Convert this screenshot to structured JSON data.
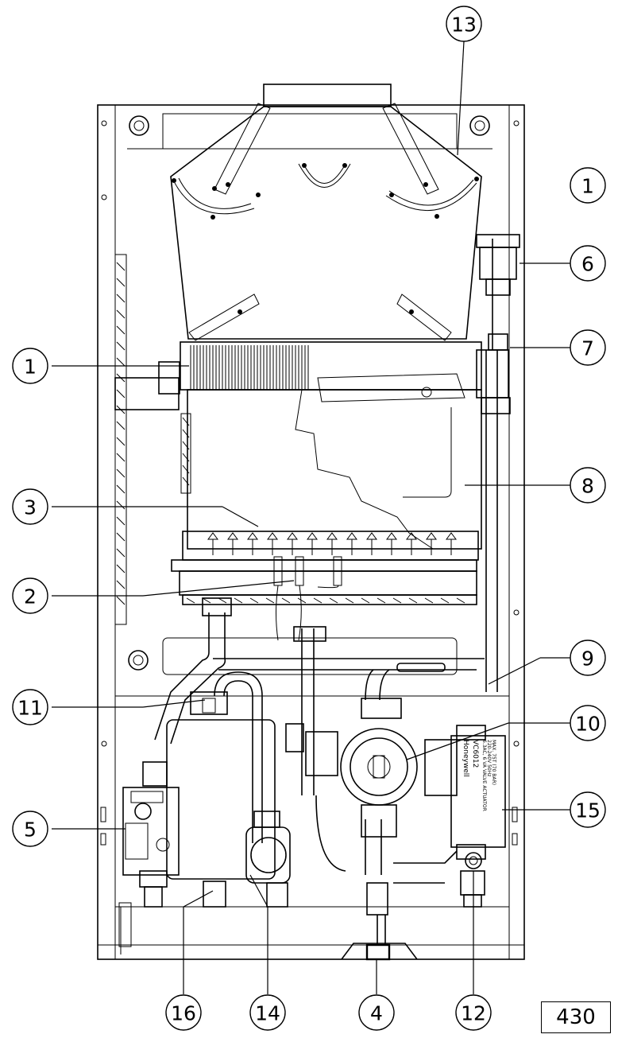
{
  "diagram": {
    "callouts": [
      {
        "id": "c13",
        "label": "13"
      },
      {
        "id": "c1a",
        "label": "1"
      },
      {
        "id": "c6",
        "label": "6"
      },
      {
        "id": "c1b",
        "label": "1"
      },
      {
        "id": "c7",
        "label": "7"
      },
      {
        "id": "c8",
        "label": "8"
      },
      {
        "id": "c3",
        "label": "3"
      },
      {
        "id": "c2",
        "label": "2"
      },
      {
        "id": "c9",
        "label": "9"
      },
      {
        "id": "c11",
        "label": "11"
      },
      {
        "id": "c10",
        "label": "10"
      },
      {
        "id": "c15",
        "label": "15"
      },
      {
        "id": "c5",
        "label": "5"
      },
      {
        "id": "c16",
        "label": "16"
      },
      {
        "id": "c14",
        "label": "14"
      },
      {
        "id": "c4",
        "label": "4"
      },
      {
        "id": "c12",
        "label": "12"
      }
    ],
    "gas_valve_text": [
      "Honeywell",
      "VC6012",
      "6.3AC, 6 VA VALVE ACTUATOR",
      "220-240V 50Hz",
      "MAX. 75T (70 BAR)"
    ],
    "code": "430"
  }
}
